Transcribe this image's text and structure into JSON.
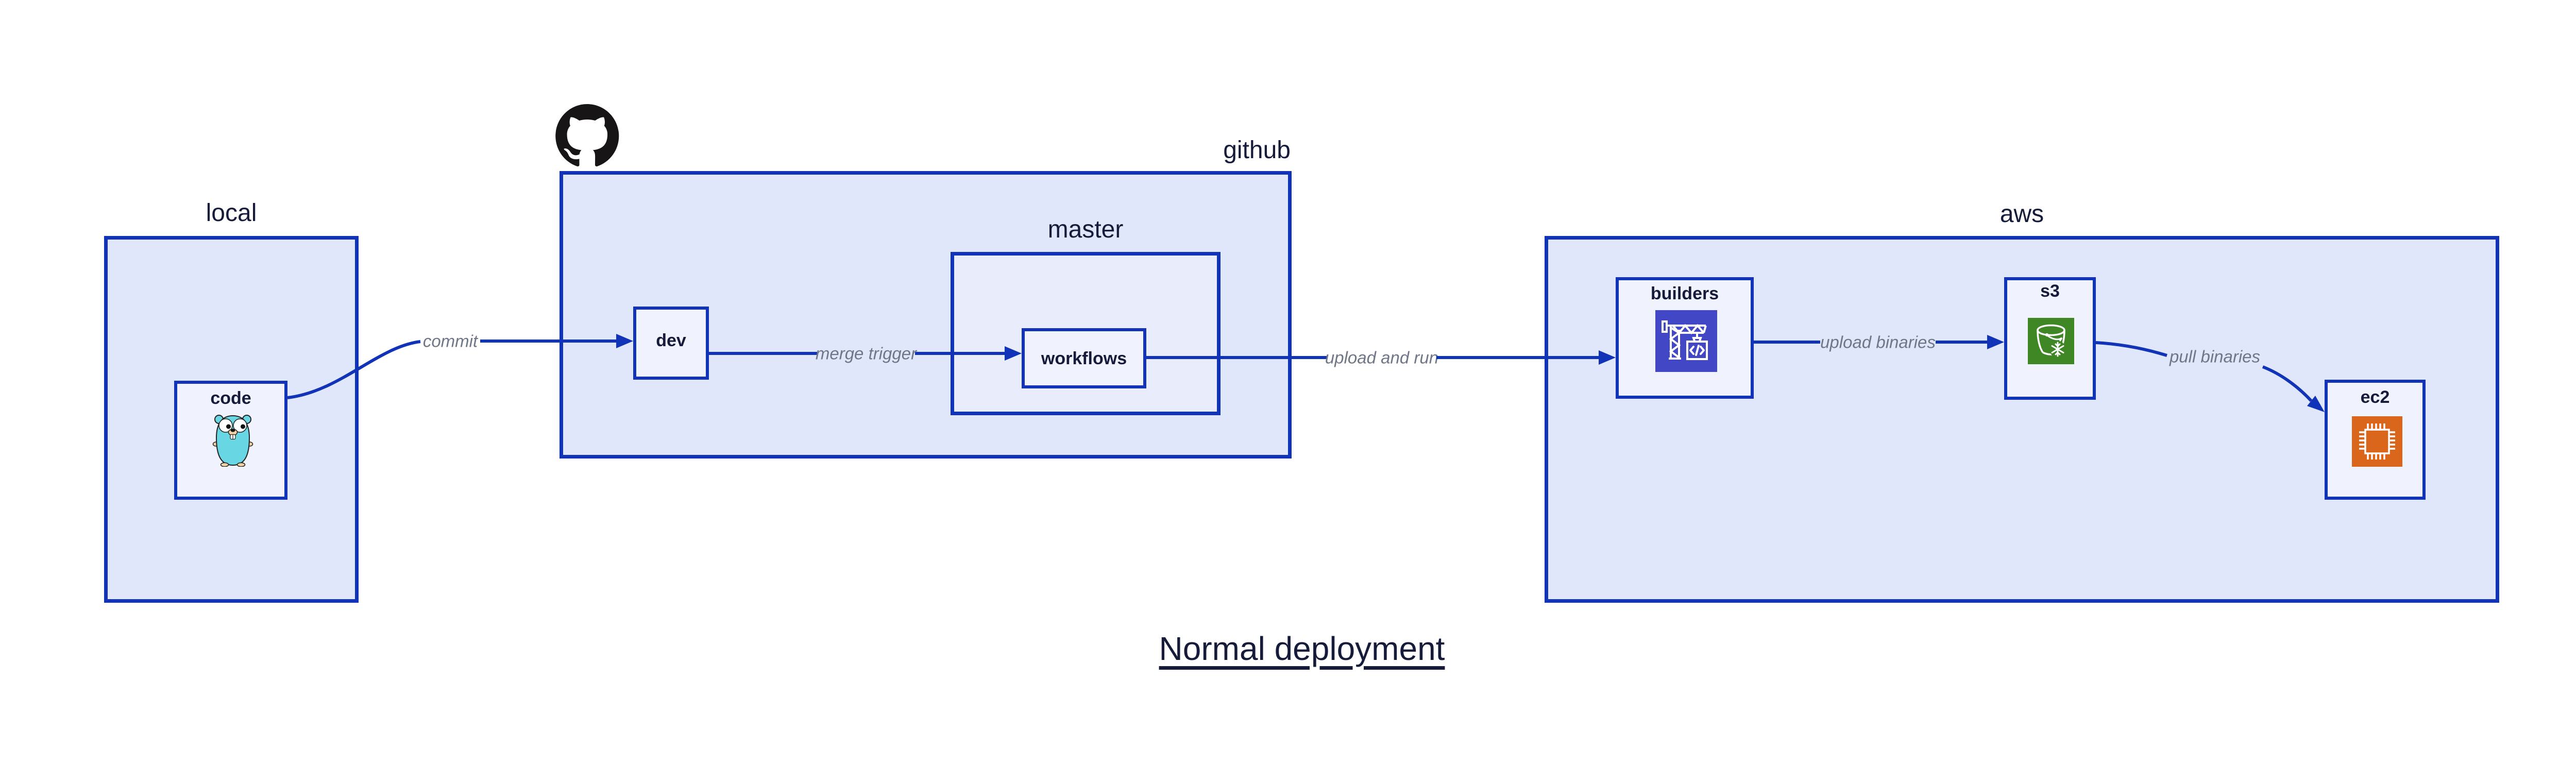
{
  "title": "Normal deployment",
  "containers": {
    "local": {
      "label": "local"
    },
    "github": {
      "label": "github"
    },
    "master": {
      "label": "master"
    },
    "aws": {
      "label": "aws"
    }
  },
  "nodes": {
    "code": {
      "label": "code"
    },
    "dev": {
      "label": "dev"
    },
    "workflows": {
      "label": "workflows"
    },
    "builders": {
      "label": "builders"
    },
    "s3": {
      "label": "s3"
    },
    "ec2": {
      "label": "ec2"
    }
  },
  "edges": {
    "commit": {
      "label": "commit"
    },
    "merge_trigger": {
      "label": "merge trigger"
    },
    "upload_and_run": {
      "label": "upload and run"
    },
    "upload_binaries": {
      "label": "upload binaries"
    },
    "pull_binaries": {
      "label": "pull binaries"
    }
  },
  "icons": {
    "octocat": "github-octocat-logo",
    "gopher": "go-gopher-mascot",
    "builders": "crane-build-icon",
    "s3": "s3-bucket-snowflake-icon",
    "ec2": "ec2-chip-icon"
  },
  "colors": {
    "border_blue": "#1133b8",
    "container_fill": "#e1e7fa",
    "master_fill": "#e9edfb",
    "node_fill": "#f0f3fd",
    "navy_text": "#161b3a",
    "edge_label_gray": "#6f7685",
    "builders_icon_bg": "#4247c6",
    "s3_icon_bg": "#3f8624",
    "ec2_icon_bg": "#d9661a",
    "gopher_body": "#68d7e3",
    "gopher_skin": "#f2d1a4",
    "octocat_black": "#171515",
    "canvas_bg": "#ffffff"
  }
}
